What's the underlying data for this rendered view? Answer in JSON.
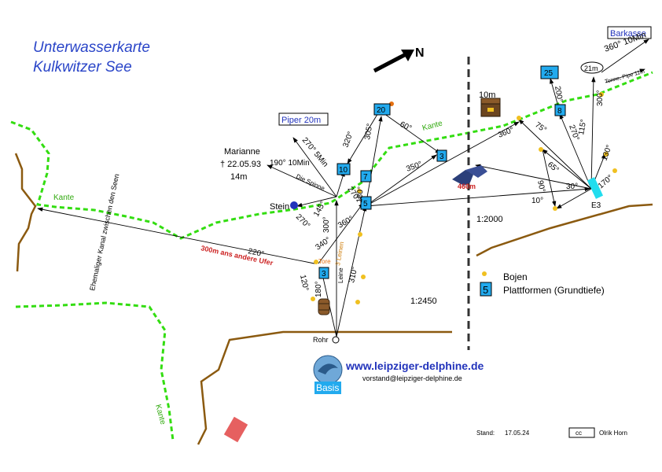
{
  "title": {
    "line1": "Unterwasserkarte",
    "line2": "Kulkwitzer See"
  },
  "north_label": "N",
  "legend": {
    "bojen": "Bojen",
    "plattformen_number": "5",
    "plattformen": "Plattformen (Grundtiefe)"
  },
  "scales": {
    "left": "1:2450",
    "right": "1:2000"
  },
  "website": "www.leipziger-delphine.de",
  "email": "vorstand@leipziger-delphine.de",
  "basis_label": "Basis",
  "footer": {
    "stand_label": "Stand:",
    "stand_date": "17.05.24",
    "author": "Olrik Horn",
    "license_badge": "cc"
  },
  "labels": {
    "kante_left": "Kante",
    "kante_top": "Kante",
    "kante_bottom": "Kante",
    "kanal": "Ehemaliger Kanal zwischen den Seen",
    "distance_note": "300m ans andere Ufer",
    "stein": "Stein",
    "rohr": "Rohr",
    "piper": "Piper 20m",
    "marianne_name": "Marianne",
    "marianne_date": "† 22.05.93",
    "marianne_depth": "14m",
    "marianne_bearing": "190° 10Min",
    "spinne": "Die Spinne",
    "treasure_depth": "10m",
    "barkasse": "Barkasse",
    "barkasse_depth": "21m",
    "barkasse_bearing": "360° 10Min",
    "tonne": "Tonne, Pipe 11m",
    "e3": "E3",
    "fish_dist": "460m",
    "tore": "Tore",
    "leinen": "3 Leinen",
    "leine": "Leine"
  },
  "platforms": [
    "3",
    "3",
    "10",
    "7",
    "5",
    "20",
    "8",
    "25"
  ],
  "bearings": {
    "b320": "320°",
    "b305": "305°",
    "b60": "60°",
    "b270_5": "270° 5Min",
    "b350": "350°",
    "b360a": "360°",
    "b360b": "360°",
    "b300a": "300°",
    "b270a": "270°",
    "b340": "340°",
    "b310": "310°",
    "b220": "220°",
    "b120": "120°",
    "b180": "180°",
    "b145": "145°",
    "b270b": "270°",
    "b180b": "180°",
    "b75": "75°",
    "b65": "65°",
    "b90": "90°",
    "b10": "10°",
    "b30": "30°",
    "b115": "115°",
    "b270c": "270°",
    "b300c": "300°",
    "b130": "130°",
    "b170": "170°",
    "b200": "200°"
  },
  "colors": {
    "title": "#2a45c8",
    "kante": "#33dd11",
    "shore": "#8b5a10",
    "platform_fill": "#22aaee",
    "buoy": "#f0c020",
    "link": "#2233bb",
    "red_note": "#cc2222"
  }
}
